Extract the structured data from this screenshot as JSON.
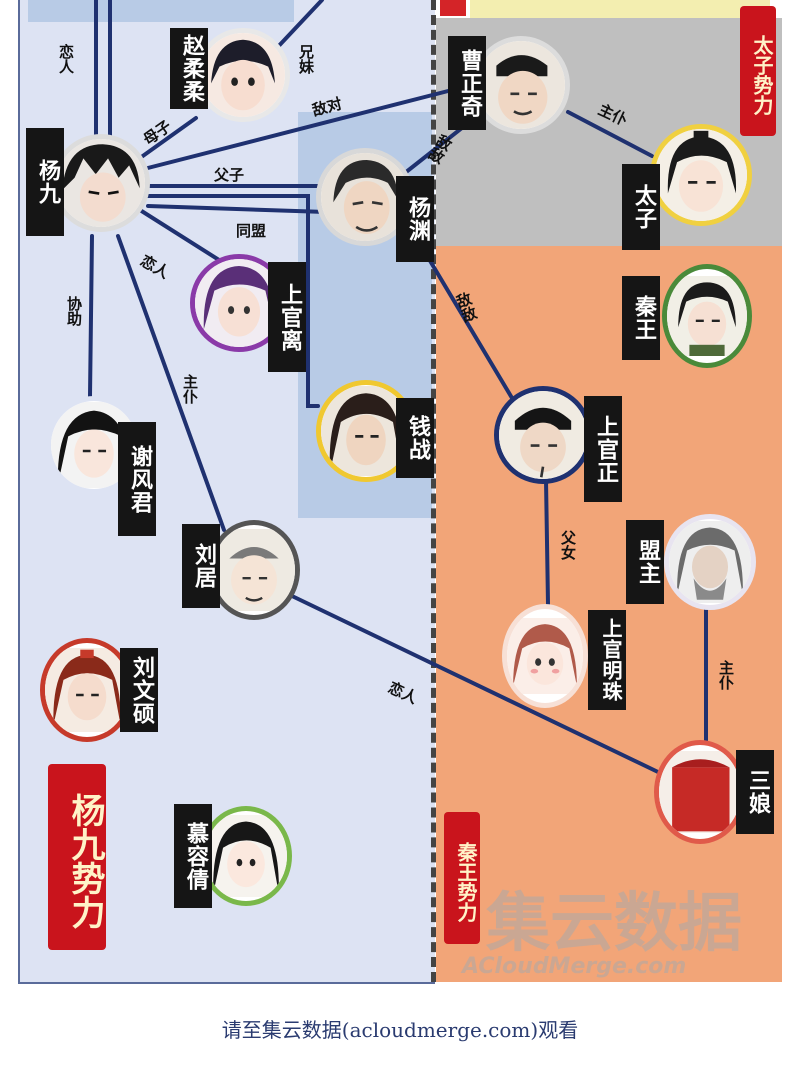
{
  "characters": {
    "zhao": "赵柔柔",
    "yang9": "杨九",
    "caozq": "曹正奇",
    "yangyuan": "杨渊",
    "taizi": "太子",
    "shangguanli": "上官离",
    "qinwang": "秦王",
    "qianzhan": "钱战",
    "xie": "谢风君",
    "shangguanzheng": "上官正",
    "liuju": "刘居",
    "mengzhu": "盟主",
    "shangguanmz": "上官明珠",
    "liuwenshuo": "刘文硕",
    "sanniang": "三娘",
    "murong": "慕容倩"
  },
  "relations": {
    "lovers_top": "恋人",
    "siblings": "兄妹",
    "enemy_top": "敌对",
    "master_servant_right": "主仆",
    "mother_son": "母子",
    "father_son": "父子",
    "enemy_mid": "敌敌",
    "alliance": "同盟",
    "lovers_mid": "恋人",
    "assist": "协助",
    "master_servant_left": "主仆",
    "enemy_low": "敌敌",
    "father_daughter": "父女",
    "lovers_low": "恋人",
    "master_servant_low": "主仆"
  },
  "factions": {
    "taizi": "太子势力",
    "yang9": "杨九势力",
    "qinwang": "秦王势力"
  },
  "watermark": {
    "big": "集云数据",
    "small": "ACloudMerge.com"
  },
  "footer": "请至集云数据(acloudmerge.com)观看",
  "colors": {
    "left_bg": "#dde3f3",
    "top_right_bg": "#bfbfbf",
    "bottom_right_bg": "#f2a578",
    "blue_block": "#b8cbe6",
    "line": "#1f3170",
    "faction_red": "#c9141c"
  }
}
